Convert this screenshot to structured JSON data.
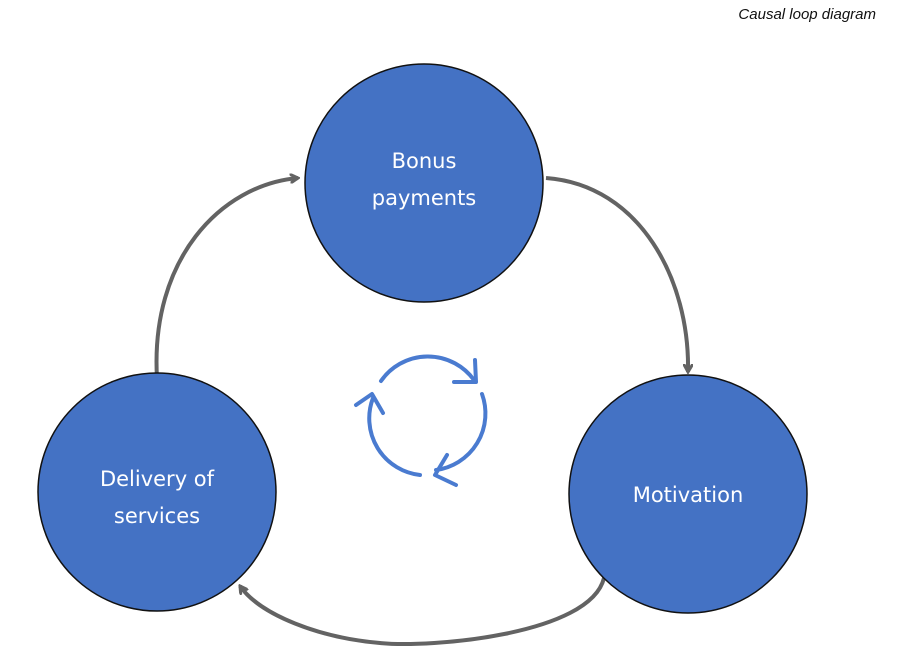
{
  "title": "Causal loop diagram",
  "colors": {
    "node_fill": "#4472C4",
    "node_stroke": "#111111",
    "arrow": "#636363",
    "loop_icon": "#4A7BD0"
  },
  "nodes": [
    {
      "id": "bonus",
      "lines": [
        "Bonus",
        "payments"
      ]
    },
    {
      "id": "motivation",
      "lines": [
        "Motivation"
      ]
    },
    {
      "id": "delivery",
      "lines": [
        "Delivery of",
        "services"
      ]
    }
  ],
  "links": [
    {
      "from": "delivery",
      "to": "bonus"
    },
    {
      "from": "bonus",
      "to": "motivation"
    },
    {
      "from": "motivation",
      "to": "delivery"
    }
  ],
  "loop_icon": "reinforcing-loop-icon"
}
